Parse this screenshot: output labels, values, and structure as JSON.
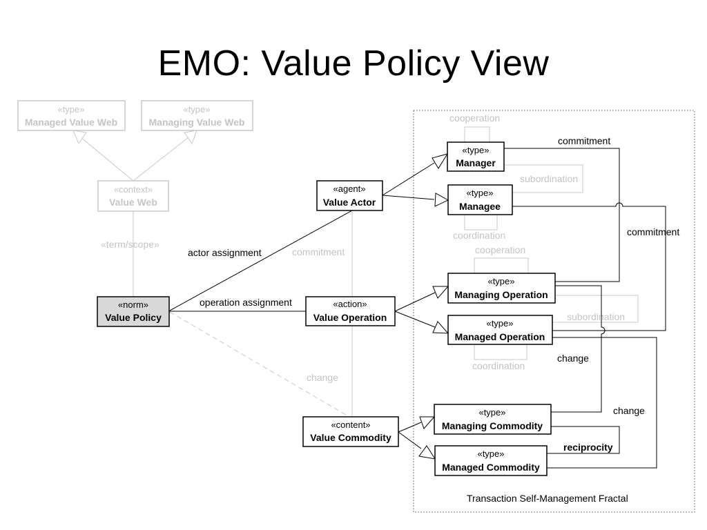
{
  "slide": {
    "title": "EMO: Value Policy View"
  },
  "nodes": {
    "managed_value_web": {
      "stereotype": "«type»",
      "name": "Managed Value Web"
    },
    "managing_value_web": {
      "stereotype": "«type»",
      "name": "Managing Value Web"
    },
    "value_web": {
      "stereotype": "«context»",
      "name": "Value Web"
    },
    "value_policy": {
      "stereotype": "«norm»",
      "name": "Value Policy"
    },
    "value_actor": {
      "stereotype": "«agent»",
      "name": "Value Actor"
    },
    "value_operation": {
      "stereotype": "«action»",
      "name": "Value Operation"
    },
    "value_commodity": {
      "stereotype": "«content»",
      "name": "Value Commodity"
    },
    "manager": {
      "stereotype": "«type»",
      "name": "Manager"
    },
    "managee": {
      "stereotype": "«type»",
      "name": "Managee"
    },
    "managing_operation": {
      "stereotype": "«type»",
      "name": "Managing Operation"
    },
    "managed_operation": {
      "stereotype": "«type»",
      "name": "Managed Operation"
    },
    "managing_commodity": {
      "stereotype": "«type»",
      "name": "Managing Commodity"
    },
    "managed_commodity": {
      "stereotype": "«type»",
      "name": "Managed Commodity"
    }
  },
  "labels": {
    "term_scope": "«term/scope»",
    "actor_assignment": "actor assignment",
    "operation_assignment": "operation assignment",
    "commitment_center": "commitment",
    "change_center": "change",
    "cooperation_top": "cooperation",
    "subordination_top": "subordination",
    "coordination_top": "coordination",
    "commitment_top": "commitment",
    "commitment_right": "commitment",
    "cooperation_mid": "cooperation",
    "subordination_mid": "subordination",
    "coordination_mid": "coordination",
    "change_mid": "change",
    "change_right": "change",
    "reciprocity": "reciprocity",
    "fractal": "Transaction Self-Management Fractal"
  },
  "colors": {
    "line": "#000000",
    "faded": "#c4c4c4",
    "norm_fill": "#d9d9d9"
  }
}
